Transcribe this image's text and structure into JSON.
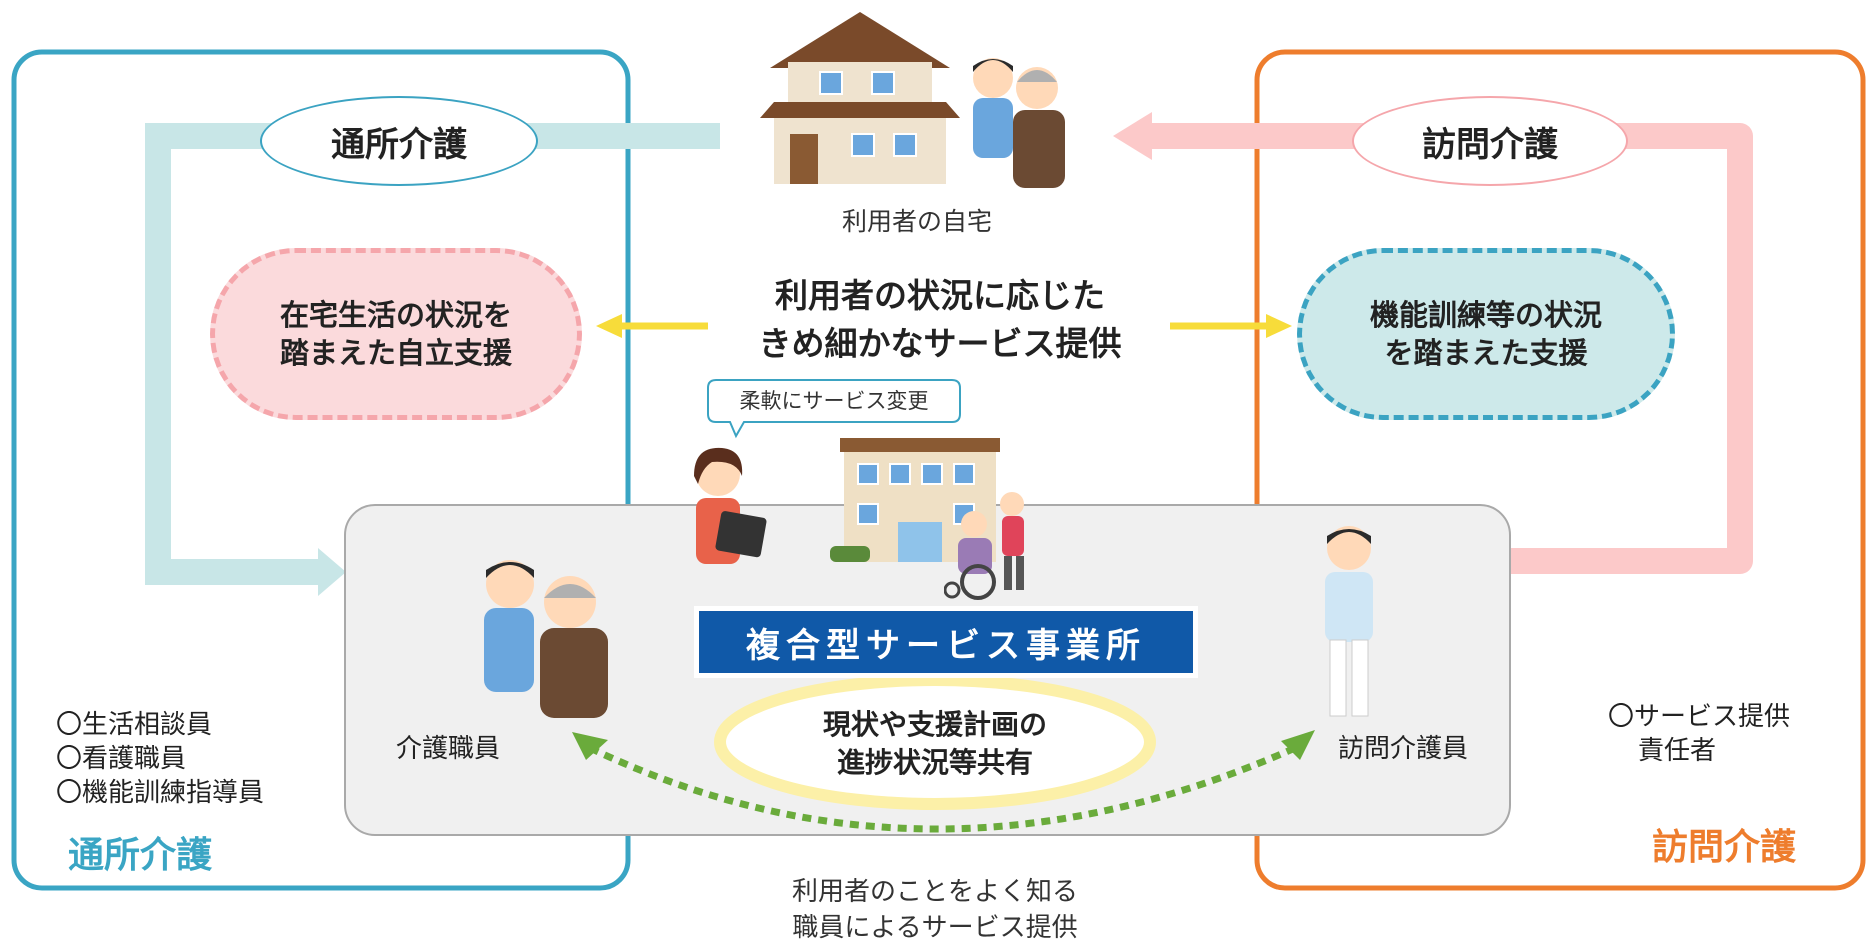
{
  "left_service": {
    "oval_label": "通所介護",
    "corner_label": "通所介護",
    "support_text_line1": "在宅生活の状況を",
    "support_text_line2": "踏まえた自立支援",
    "staff_lines": [
      "〇生活相談員",
      "〇看護職員",
      "〇機能訓練指導員"
    ],
    "color": "#3aa5c4"
  },
  "right_service": {
    "oval_label": "訪問介護",
    "corner_label": "訪問介護",
    "support_text_line1": "機能訓練等の状況",
    "support_text_line2": "を踏まえた支援",
    "staff_line1": "〇サービス提供",
    "staff_line2": "責任者",
    "color": "#ee7d2d"
  },
  "home": {
    "caption": "利用者の自宅"
  },
  "center_message": {
    "line1": "利用者の状況に応じた",
    "line2": "きめ細かなサービス提供"
  },
  "speech_bubble": {
    "text": "柔軟にサービス変更"
  },
  "facility": {
    "title": "複合型サービス事業所",
    "title_bg": "#1059a8"
  },
  "care_staff_label": "介護職員",
  "visit_staff_label": "訪問介護員",
  "sharing_oval": {
    "line1": "現状や支援計画の",
    "line2": "進捗状況等共有"
  },
  "bottom_caption": {
    "line1": "利用者のことをよく知る",
    "line2": "職員によるサービス提供"
  },
  "colors": {
    "teal_arrow": "#c8e6e7",
    "pink_arrow": "#fcc9c9",
    "yellow_arrow": "#f7dc3a",
    "green_dots": "#6aab3b",
    "pink_pill_fill": "#fbdadc",
    "pink_pill_border": "#f5a6ab",
    "teal_pill_fill": "#cde9ea",
    "teal_pill_border": "#3ba3c2"
  }
}
